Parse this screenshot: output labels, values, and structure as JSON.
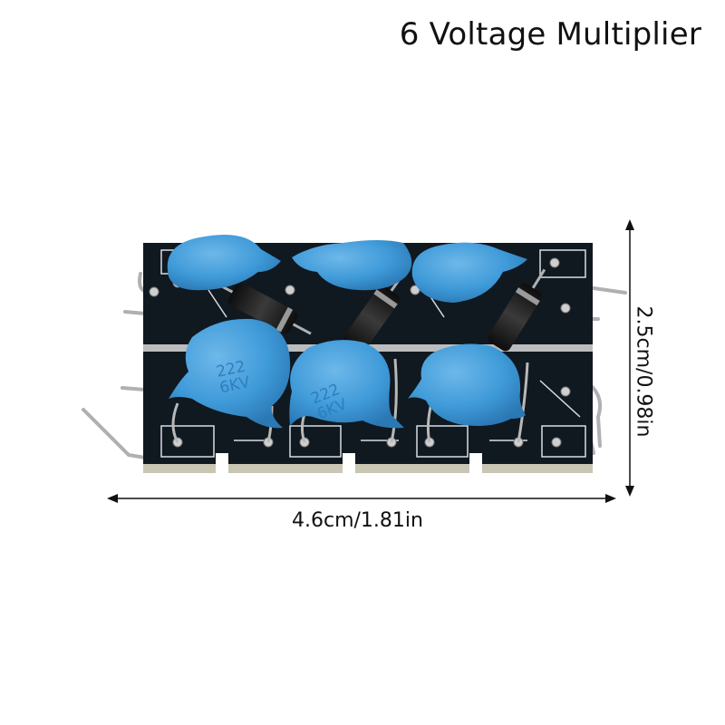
{
  "title": "6 Voltage Multiplier",
  "dimensions": {
    "width_label": "4.6cm/1.81in",
    "height_label": "2.5cm/0.98in"
  },
  "capacitor_marking": {
    "value": "222",
    "voltage": "6KV"
  },
  "colors": {
    "board": "#101820",
    "capacitor": "#3f9ad8",
    "diode": "#1a1a1a",
    "trace": "#d7dde3",
    "lead": "#b8b8b8"
  }
}
